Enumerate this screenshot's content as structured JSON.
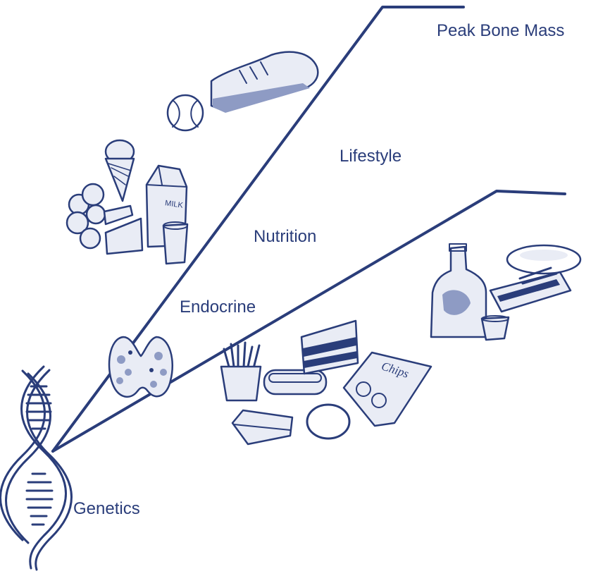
{
  "labels": {
    "peak_bone_mass": "Peak Bone Mass",
    "lifestyle": "Lifestyle",
    "nutrition": "Nutrition",
    "endocrine": "Endocrine",
    "genetics": "Genetics"
  },
  "milk_carton_text": "MILK",
  "chips_bag_text": "Chips",
  "colors": {
    "ink": "#2a3d7a",
    "background": "#ffffff"
  },
  "icons": [
    "dna-helix-icon",
    "thyroid-icon",
    "broccoli-icon",
    "ice-cream-cone-icon",
    "cheese-icon",
    "milk-carton-icon",
    "milk-glass-icon",
    "baseball-icon",
    "sneaker-icon",
    "french-fries-icon",
    "hot-dog-icon",
    "layer-cake-icon",
    "pie-slice-icon",
    "donut-icon",
    "chips-bag-icon",
    "liquor-bottle-icon",
    "shot-glass-icon",
    "cigarette-pack-icon",
    "ashtray-icon"
  ]
}
